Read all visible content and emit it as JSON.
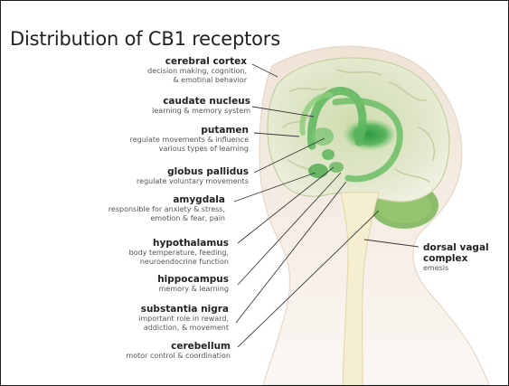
{
  "title": "Distribution of CB1 receptors",
  "colors": {
    "receptor_green": "#3fa64a",
    "brain_tint": "#e6ecd4",
    "skin": "#f1e7dc",
    "spinal_cord": "#f6f0d2",
    "leader_line": "#3a3a3a"
  },
  "regions": [
    {
      "name": "cerebral cortex",
      "desc": [
        "decision making, cognition,",
        "& emotinal behavior"
      ]
    },
    {
      "name": "caudate nucleus",
      "desc": [
        "learning & memory system"
      ]
    },
    {
      "name": "putamen",
      "desc": [
        "regulate movements & influence",
        "various types of learning"
      ]
    },
    {
      "name": "globus pallidus",
      "desc": [
        "regulate voluntary movements"
      ]
    },
    {
      "name": "amygdala",
      "desc": [
        "responsible for anxiety & stress,",
        "emotion & fear, pain"
      ]
    },
    {
      "name": "hypothalamus",
      "desc": [
        "body temperature, feeding,",
        "neuroendocrine function"
      ]
    },
    {
      "name": "hippocampus",
      "desc": [
        "memory & learning"
      ]
    },
    {
      "name": "substantia nigra",
      "desc": [
        "important role in reward,",
        "addiction, & movement"
      ]
    },
    {
      "name": "cerebellum",
      "desc": [
        "motor control & coordination"
      ]
    },
    {
      "name": "dorsal vagal complex",
      "name_lines": [
        "dorsal vagal",
        "complex"
      ],
      "desc": [
        "emesis"
      ]
    }
  ]
}
